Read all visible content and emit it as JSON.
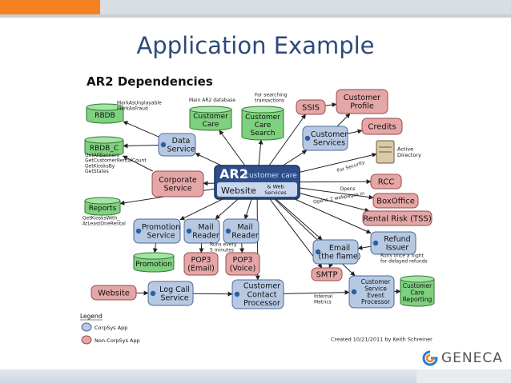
{
  "slide": {
    "title": "Application Example",
    "logo_text": "GENECA"
  },
  "diagram": {
    "title": "AR2 Dependencies",
    "center": {
      "name": "AR2",
      "subtitle": "customer care",
      "line2": "Website",
      "web_services": "& Web\nServices"
    },
    "nodes": {
      "rbdb": "RBDB",
      "rbdb_c": "RBDB_C",
      "reports": "Reports",
      "data_service": "Data\nService",
      "corporate_service": "Corporate\nService",
      "customer_care_db": "Customer\nCare",
      "customer_care_search": "Customer\nCare\nSearch",
      "ssis": "SSIS",
      "customer_profile": "Customer\nProfile",
      "credits": "Credits",
      "customer_services": "Customer\nServices",
      "active_directory": "Active\nDirectory",
      "rcc": "RCC",
      "boxoffice": "BoxOffice",
      "rental_risk": "Rental Risk (TSS)",
      "promotion_service": "Promotion\nService",
      "promotion": "Promotion",
      "mail_reader_email": "Mail\nReader",
      "mail_reader_voice": "Mail\nReader",
      "pop3_email": "POP3\n(Email)",
      "pop3_voice": "POP3\n(Voice)",
      "email_flame": "Email\n(the flame)",
      "smtp": "SMTP",
      "refund_issuer": "Refund\nIssuer",
      "website": "Website",
      "log_call_service": "Log Call\nService",
      "customer_contact_processor": "Customer\nContact\nProcessor",
      "customer_service_event_processor": "Customer\nService\nEvent\nProcessor",
      "customer_care_reporting": "Customer\nCare\nReporting"
    },
    "annotations": {
      "rbdb_methods": "MarkAsUnplayable\nMarkAsFraud",
      "main_db": "Main AR2 database",
      "for_searching": "For searching\ntransactions",
      "rbdb_c_methods": "GetAllBanners\nGetCustomerRentalCount\nGetKiosksBy\nGetStates",
      "reports_methods": "GetKiosksWith_\nAtLeastOneRental",
      "for_security": "For Security",
      "opens": "Opens",
      "opens_2": "Opens 2 webpages in",
      "runs_every": "Runs every\n5 minutes",
      "runs_once": "Runs once a night\nfor delayed refunds",
      "internal_metrics": "Internal\nMetrics",
      "created": "Created 10/21/2011 by Keith Schreiner"
    },
    "legend": {
      "title": "Legend",
      "corpsys": "CorpSys App",
      "noncorpsys": "Non-CorpSys App"
    },
    "colors": {
      "corpsys_fill": "#b7c9e2",
      "noncorpsys_fill": "#e4a6a6",
      "db_fill": "#7fd07f",
      "center_fill": "#2e4e8a"
    }
  }
}
